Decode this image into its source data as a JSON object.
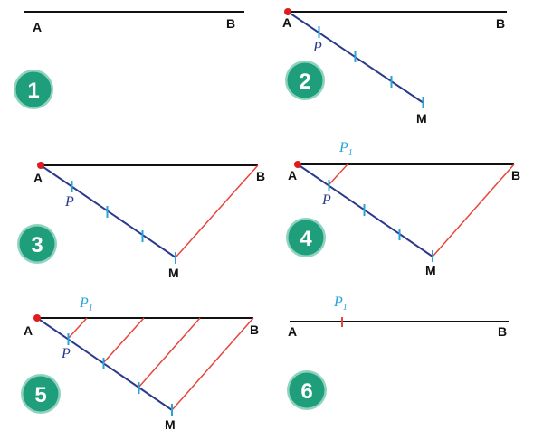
{
  "colors": {
    "segment": "#111111",
    "transversal": "#2a3a8c",
    "parallel": "#e8443a",
    "tick": "#29a3d9",
    "point_a": "#e01b1b",
    "badge": "#1f9e7b",
    "badge_ring": "#8fd3bf"
  },
  "labels": {
    "a": "A",
    "b": "B",
    "m": "M",
    "p": "P",
    "p1_main": "P",
    "p1_sub": "1"
  },
  "steps": [
    {
      "number": "1"
    },
    {
      "number": "2"
    },
    {
      "number": "3"
    },
    {
      "number": "4"
    },
    {
      "number": "5"
    },
    {
      "number": "6"
    }
  ]
}
